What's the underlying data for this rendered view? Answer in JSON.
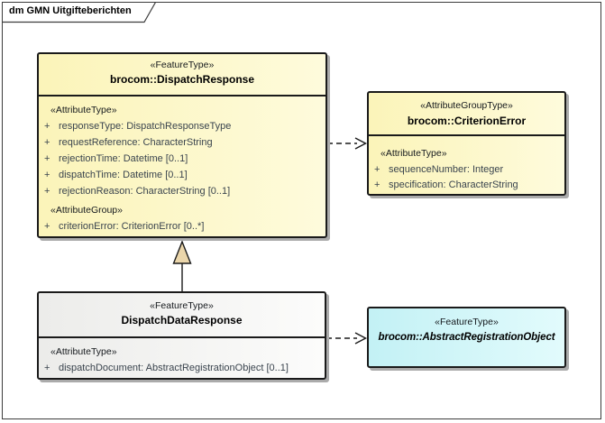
{
  "frame": {
    "title": "dm GMN Uitgifteberichten"
  },
  "colors": {
    "classFill": "#FBF4B9",
    "classFillLight": "#FEFBDC",
    "abstractFill": "#C3F1F5",
    "abstractFillLight": "#E2FBFC",
    "neutralFill": "#ECECEA",
    "neutralFillLight": "#FCFCFB",
    "borderColor": "#1A1A1A",
    "shadowColor": "#ABABAB",
    "attrText": "#3A444E",
    "triangleFill": "#EBD6AB"
  },
  "boxes": {
    "dispatch_response": {
      "stereotype": "«FeatureType»",
      "name": "brocom::DispatchResponse",
      "attr_header": "«AttributeType»",
      "attributes": [
        {
          "vis": "+",
          "text": "responseType: DispatchResponseType"
        },
        {
          "vis": "+",
          "text": "requestReference: CharacterString"
        },
        {
          "vis": "+",
          "text": "rejectionTime: Datetime [0..1]"
        },
        {
          "vis": "+",
          "text": "dispatchTime: Datetime [0..1]"
        },
        {
          "vis": "+",
          "text": "rejectionReason: CharacterString [0..1]"
        }
      ],
      "group_header": "«AttributeGroup»",
      "group_attributes": [
        {
          "vis": "+",
          "text": "criterionError: CriterionError [0..*]"
        }
      ]
    },
    "criterion_error": {
      "stereotype": "«AttributeGroupType»",
      "name": "brocom::CriterionError",
      "attr_header": "«AttributeType»",
      "attributes": [
        {
          "vis": "+",
          "text": "sequenceNumber: Integer"
        },
        {
          "vis": "+",
          "text": "specification: CharacterString"
        }
      ]
    },
    "dispatch_data_response": {
      "stereotype": "«FeatureType»",
      "name": "DispatchDataResponse",
      "attr_header": "«AttributeType»",
      "attributes": [
        {
          "vis": "+",
          "text": "dispatchDocument: AbstractRegistrationObject [0..1]"
        }
      ]
    },
    "abstract_registration_object": {
      "stereotype": "«FeatureType»",
      "name": "brocom::AbstractRegistrationObject"
    }
  },
  "connectors": [
    {
      "type": "generalization",
      "from": "DispatchDataResponse",
      "to": "brocom::DispatchResponse",
      "style": "solid"
    },
    {
      "type": "dependency",
      "from": "brocom::DispatchResponse",
      "to": "brocom::CriterionError",
      "style": "dashed"
    },
    {
      "type": "dependency",
      "from": "DispatchDataResponse",
      "to": "brocom::AbstractRegistrationObject",
      "style": "dashed"
    }
  ]
}
